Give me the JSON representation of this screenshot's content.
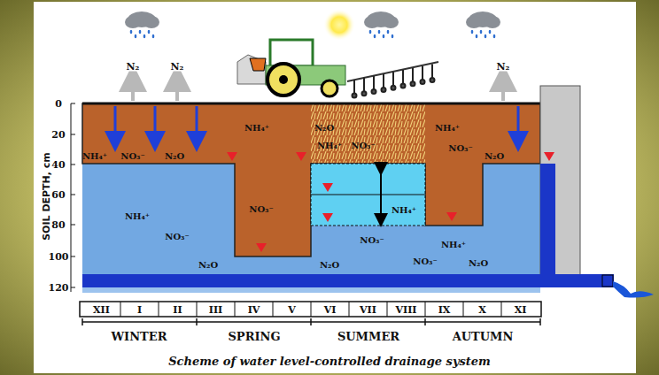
{
  "diagram": {
    "caption": "Scheme of water level-controlled drainage system",
    "labels": [
      "SOIL DEPTH, cm",
      "0",
      "20",
      "40",
      "60",
      "80",
      "100",
      "120",
      "XII",
      "I",
      "II",
      "III",
      "IV",
      "V",
      "VI",
      "VII",
      "VIII",
      "IX",
      "X",
      "XI",
      "WINTER",
      "SPRING",
      "SUMMER",
      "AUTUMN",
      "N₂",
      "N₂",
      "N₂",
      "NH₄⁺",
      "NO₃⁻",
      "N₂O",
      "NH₄⁺",
      "NO₃⁻",
      "N₂O",
      "NH₄⁺",
      "NO₃⁻",
      "N₂O",
      "NH₄⁺",
      "NO₃⁻",
      "NH₄⁺",
      "NO₃⁻",
      "N₂O",
      "NH₄⁺",
      "NO₃⁻",
      "N₂O",
      "NH₄⁺",
      "NO₃⁻",
      "N₂O"
    ]
  }
}
